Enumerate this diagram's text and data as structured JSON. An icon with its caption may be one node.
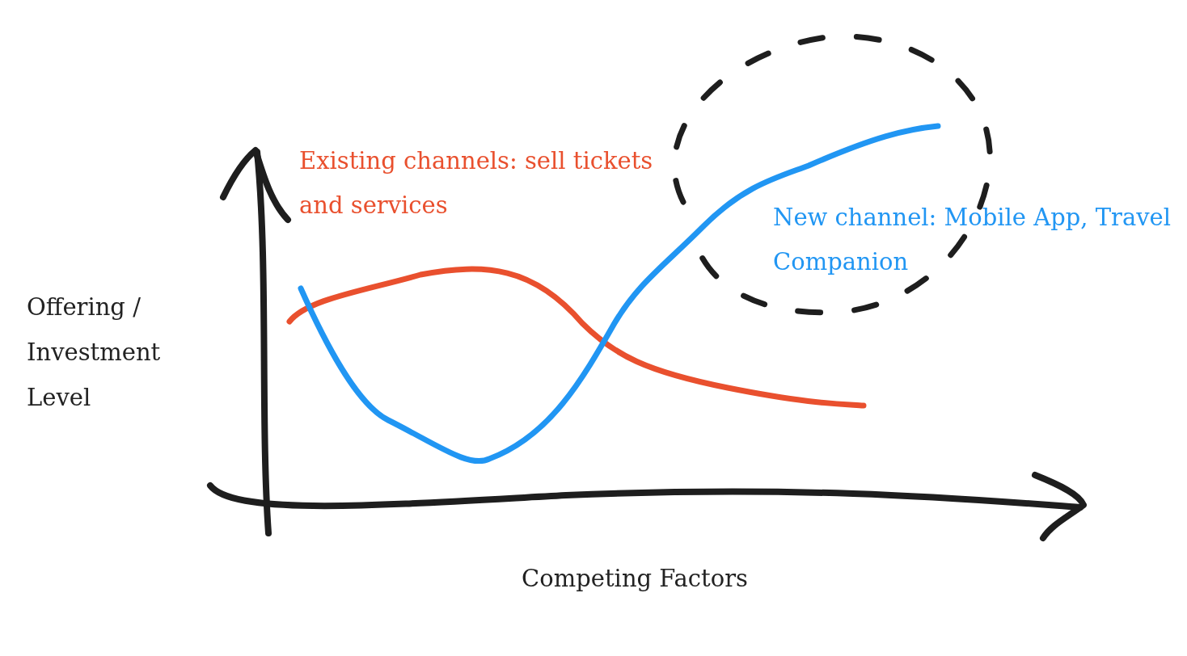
{
  "diagram": {
    "labels": [
      "Existing channels: sell tickets and services",
      "New channel: Mobile App, Travel Companion",
      "Offering / Investment Level",
      "Competing Factors"
    ]
  }
}
